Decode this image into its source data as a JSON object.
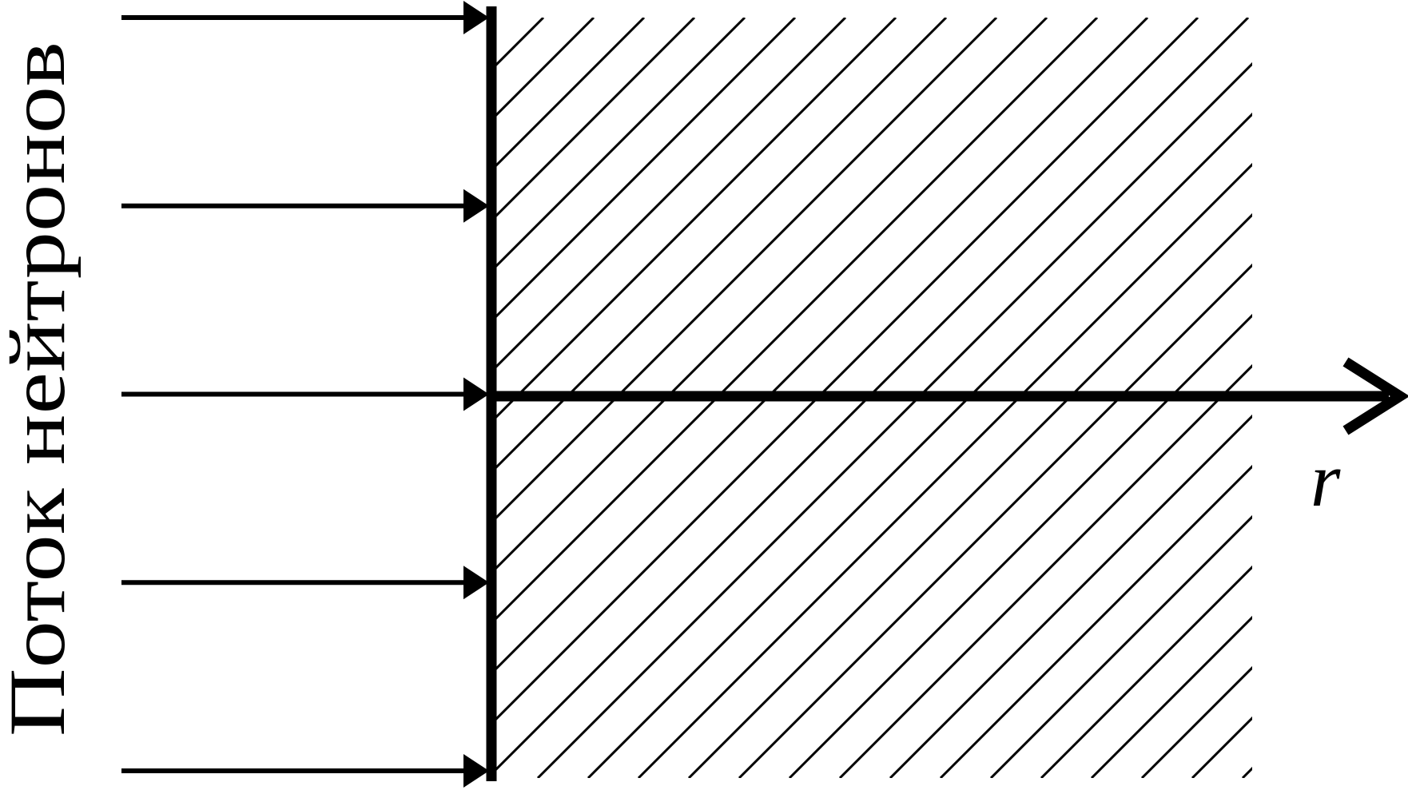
{
  "diagram": {
    "flux_label": "Поток нейтронов",
    "axis_label": "r",
    "incident_arrow_count": 5,
    "colors": {
      "ink": "#000000",
      "background": "#ffffff"
    }
  }
}
